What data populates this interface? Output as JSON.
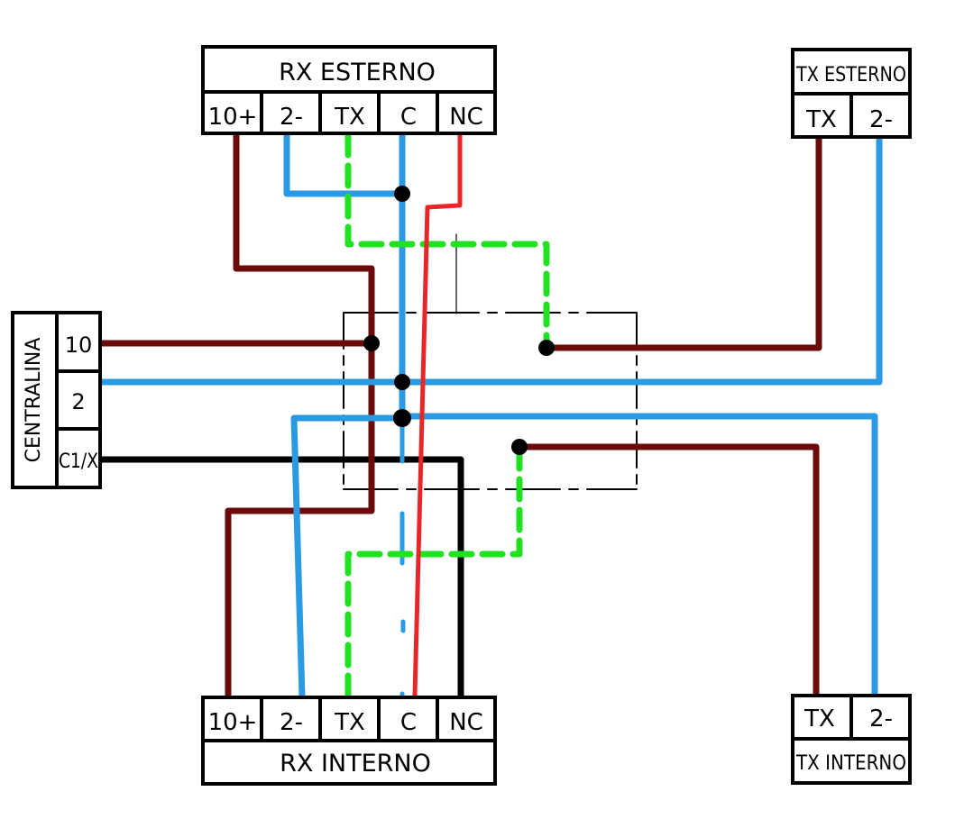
{
  "rx_esterno": {
    "title": "RX ESTERNO",
    "terminals": [
      "10+",
      "2-",
      "TX",
      "C",
      "NC"
    ]
  },
  "tx_esterno": {
    "title": "TX ESTERNO",
    "terminals": [
      "TX",
      "2-"
    ]
  },
  "centralina": {
    "title": "CENTRALINA",
    "terminals": [
      "10",
      "2",
      "C1/X"
    ]
  },
  "rx_interno": {
    "title": "RX INTERNO",
    "terminals": [
      "10+",
      "2-",
      "TX",
      "C",
      "NC"
    ]
  },
  "tx_interno": {
    "title": "TX INTERNO",
    "terminals": [
      "TX",
      "2-"
    ]
  },
  "wire_colors": {
    "positive": "#6b0a0a",
    "negative": "#2a9be3",
    "tx_signal": "#22e022",
    "nc_contact": "#e8262a",
    "common": "#000000"
  }
}
